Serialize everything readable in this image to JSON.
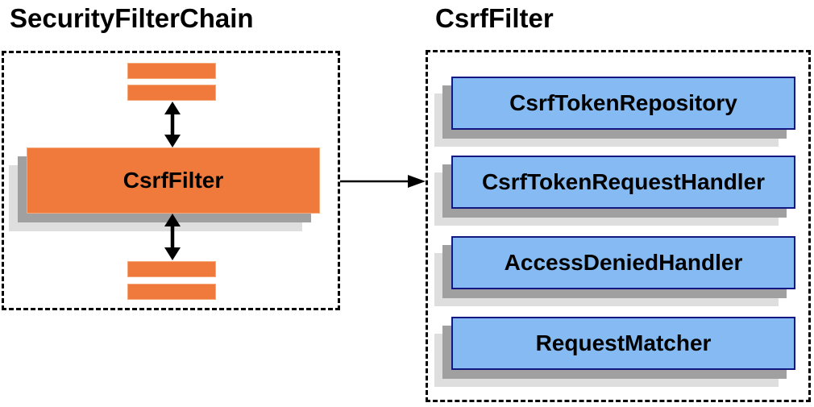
{
  "left_panel": {
    "title": "SecurityFilterChain",
    "csrf_filter_label": "CsrfFilter"
  },
  "right_panel": {
    "title": "CsrfFilter",
    "components": [
      "CsrfTokenRepository",
      "CsrfTokenRequestHandler",
      "AccessDeniedHandler",
      "RequestMatcher"
    ]
  },
  "colors": {
    "orange_fill": "#F0793C",
    "orange_border": "#F6A878",
    "blue_fill": "#85BBF2",
    "blue_border": "#141682",
    "shadow_dark": "#A0A0A0",
    "shadow_light": "#DEDEDE",
    "arrow_color": "#000000",
    "text_color": "#000000"
  }
}
